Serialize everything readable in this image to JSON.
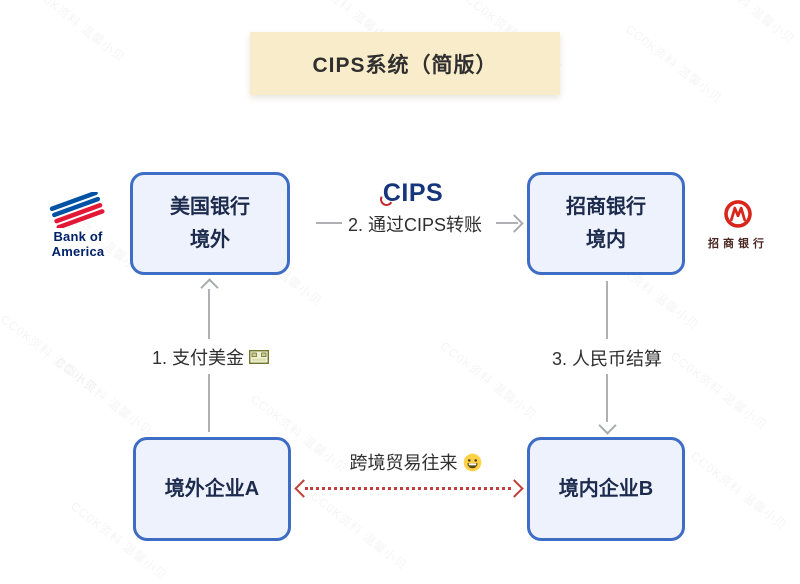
{
  "title": "CIPS系统（简版）",
  "watermark_text": "CC0K资料 温馨小贝",
  "nodes": {
    "us_bank": {
      "line1": "美国银行",
      "line2": "境外"
    },
    "cmb_bank": {
      "line1": "招商银行",
      "line2": "境内"
    },
    "company_a": {
      "label": "境外企业A"
    },
    "company_b": {
      "label": "境内企业B"
    }
  },
  "logos": {
    "boa_text": "Bank of America",
    "cips_text": "CIPS",
    "cmb_text": "招商银行"
  },
  "labels": {
    "step1": "1. 支付美金",
    "step2": "2. 通过CIPS转账",
    "step3": "3. 人民币结算",
    "trade": "跨境贸易往来"
  },
  "icons": {
    "step1_icon": "dollar-banknote-icon",
    "trade_icon": "grinning-face-icon"
  },
  "colors": {
    "box_border": "#3e6dc5",
    "box_fill": "#eef2fc",
    "box_text": "#1c2b4d",
    "title_bg": "#f9ecca",
    "arrow_gray": "#aeb0b3",
    "trade_red": "#c0413b",
    "cips_navy": "#16367c",
    "boa_blue": "#012169",
    "boa_red": "#e31837",
    "cmb_red": "#d9261c"
  }
}
